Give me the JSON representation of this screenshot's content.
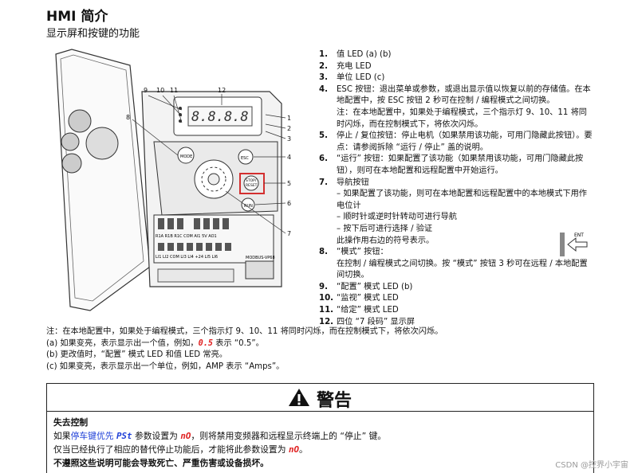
{
  "header": {
    "title": "HMI 简介",
    "subtitle": "显示屏和按键的功能"
  },
  "figure": {
    "callouts": [
      "9",
      "10",
      "11",
      "12",
      "8",
      "1",
      "2",
      "3",
      "4",
      "5",
      "6",
      "7"
    ],
    "display_readout": "8.8.8.8",
    "button_labels": {
      "mode": "MODE",
      "esc": "ESC",
      "stop_line1": "STOP/",
      "stop_line2": "RESET",
      "run": "RUN"
    },
    "terminal_text_top": "LI1 LI2 COM LI3 LI4 +24 LI5 LI6",
    "terminal_text_mid": "R1A R1B R1C   COM AI1 5V AO1",
    "modbus_label": "MODBUS-VP68",
    "highlight_color": "#d32f2f"
  },
  "list": {
    "items": [
      {
        "num": "1.",
        "text": "值 LED (a) (b)"
      },
      {
        "num": "2.",
        "text": "充电 LED"
      },
      {
        "num": "3.",
        "text": "单位 LED (c)"
      },
      {
        "num": "4.",
        "text": "ESC 按钮：退出菜单或参数，或退出显示值以恢复以前的存储值。在本地配置中，按 ESC 按钮 2 秒可在控制 / 编程模式之间切换。"
      },
      {
        "num": "",
        "text": "注：在本地配置中，如果处于编程模式，三个指示灯 9、10、11 将同时闪烁，而在控制模式下，将依次闪烁。"
      },
      {
        "num": "5.",
        "text": "停止 / 复位按钮：停止电机（如果禁用该功能，可用门隐藏此按钮）。要点：请参阅拆除 “运行 / 停止” 盖的说明。"
      },
      {
        "num": "6.",
        "text": "“运行” 按钮：如果配置了该功能（如果禁用该功能，可用门隐藏此按钮），则可在本地配置和远程配置中开始运行。"
      },
      {
        "num": "7.",
        "text": "导航按钮"
      },
      {
        "num": "",
        "text": "– 如果配置了该功能，则可在本地配置和远程配置中的本地模式下用作电位计"
      },
      {
        "num": "",
        "text": "– 顺时针或逆时针转动可进行导航"
      },
      {
        "num": "",
        "text": "– 按下后可进行选择 / 验证"
      },
      {
        "num": "",
        "text": "此操作用右边的符号表示。"
      },
      {
        "num": "8.",
        "text": "“模式” 按钮："
      },
      {
        "num": "",
        "text": "在控制 / 编程模式之间切换。按 “模式” 按钮 3 秒可在远程 / 本地配置间切换。"
      },
      {
        "num": "9.",
        "text": "“配置” 模式 LED (b)"
      },
      {
        "num": "10.",
        "text": "“监视” 模式 LED"
      },
      {
        "num": "11.",
        "text": "“给定” 模式 LED"
      },
      {
        "num": "12.",
        "text": "四位 “7 段码” 显示屏"
      }
    ],
    "ent_label": "ENT"
  },
  "notes": {
    "line1": "注：在本地配置中，如果处于编程模式，三个指示灯 9、10、11 将同时闪烁，而在控制模式下，将依次闪烁。",
    "line2_pre": "(a) 如果变亮，表示显示出一个值，例如，",
    "line2_code": "0.5",
    "line2_post": "表示 “0.5”。",
    "line3": "(b) 更改值时，“配置” 模式 LED 和值 LED 常亮。",
    "line4": "(c) 如果变亮，表示显示出一个单位，例如，AMP 表示 “Amps”。"
  },
  "warning": {
    "title": "警告",
    "heading": "失去控制",
    "l1_pre": "如果",
    "l1_link": "停车键优先",
    "l1_code": "PSt",
    "l1_mid": "参数设置为",
    "l1_val": "nO",
    "l1_post": "，则将禁用变频器和远程显示终端上的 “停止” 键。",
    "l2_pre": "仅当已经执行了相应的替代停止功能后，才能将此参数设置为",
    "l2_val": "nO",
    "l2_post": "。",
    "l3": "不遵照这些说明可能会导致死亡、严重伤害或设备损坏。"
  },
  "watermark": "CSDN @控界小宇宙"
}
